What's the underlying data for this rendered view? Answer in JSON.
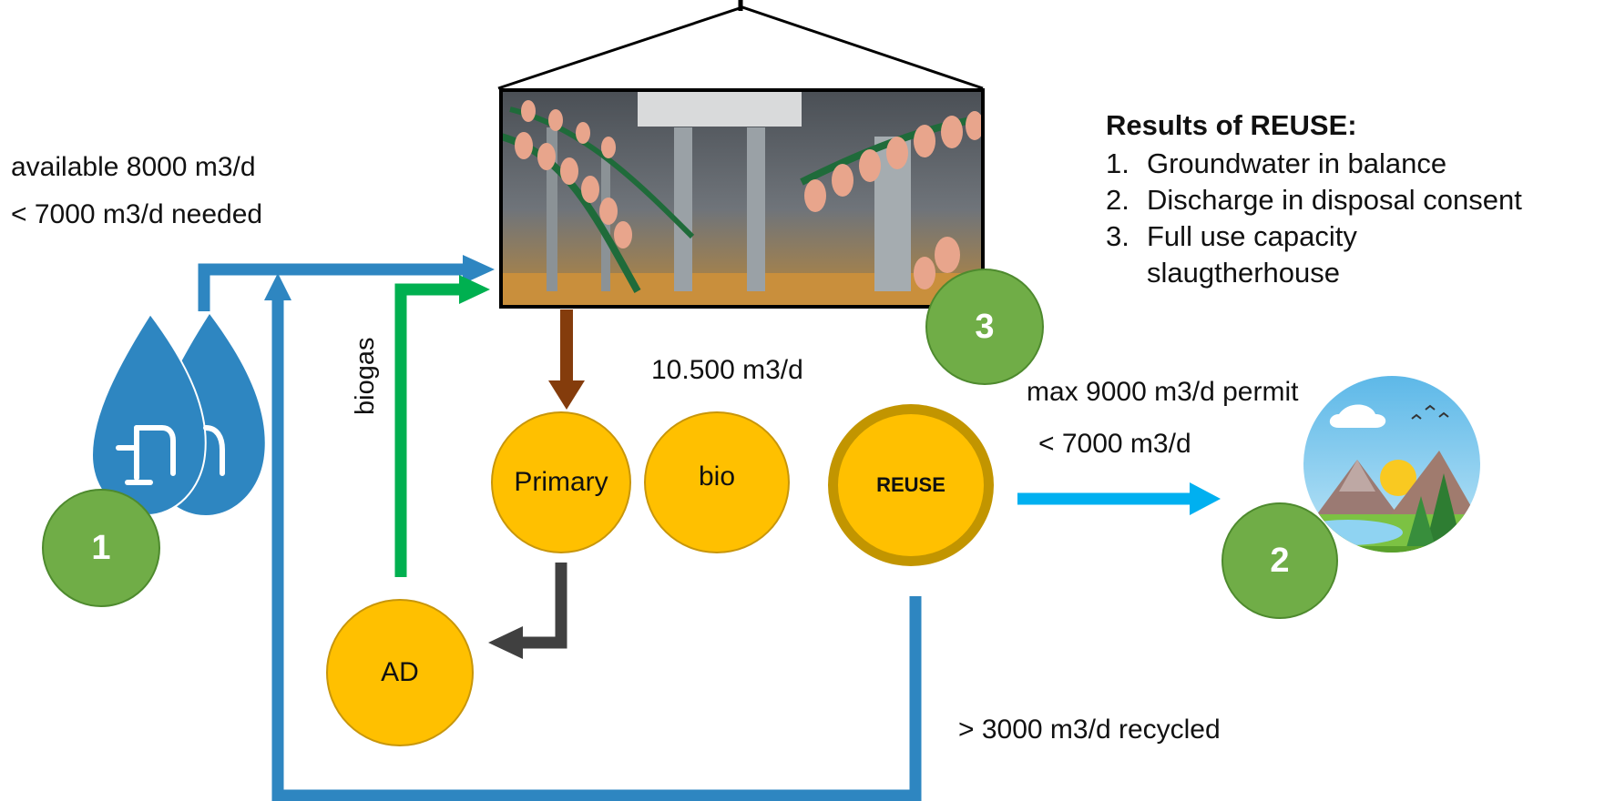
{
  "labels": {
    "available": "available 8000 m3/d",
    "needed": "< 7000 m3/d needed",
    "biogas": "biogas",
    "flow_total": "10.500 m3/d",
    "permit": "max 9000 m3/d permit",
    "discharge": "< 7000 m3/d",
    "recycled": "> 3000 m3/d recycled"
  },
  "nodes": {
    "primary": "Primary",
    "bio": "bio",
    "reuse": "REUSE",
    "ad": "AD"
  },
  "markers": {
    "groundwater": "1",
    "nature": "2",
    "slaughterhouse": "3"
  },
  "results": {
    "title": "Results of REUSE:",
    "items": [
      {
        "num": "1.",
        "text": "Groundwater in balance"
      },
      {
        "num": "2.",
        "text": "Discharge in disposal consent"
      },
      {
        "num": "3.",
        "text": "Full use capacity slaugtherhouse"
      }
    ]
  },
  "colors": {
    "water_arrow": "#2e86c1",
    "biogas_arrow": "#00b050",
    "sludge_arrow": "#843c0c",
    "primary_to_ad_arrow": "#404040",
    "discharge_arrow": "#00b0f0",
    "node_fill": "#ffc000",
    "marker_fill": "#70ad47"
  },
  "icons": {
    "groundwater": "water-drops-pump-icon",
    "slaughterhouse": "slaughterhouse-photo",
    "nature": "landscape-icon"
  }
}
